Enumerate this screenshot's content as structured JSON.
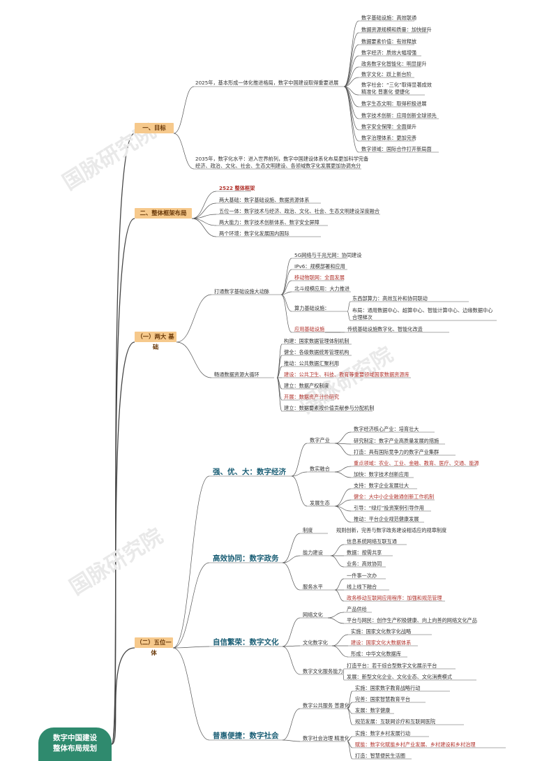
{
  "root": "数字中国建设\n整体布局规划",
  "watermark": "国脉研究院",
  "colors": {
    "accent_box": "#f6c98c",
    "root": "#2f8a6e",
    "heading": "#1a5e75",
    "highlight_red": "#b0302a"
  },
  "s1": {
    "title": "一、目标",
    "goal2025": "2025年，基本形成一体化推进格局，数字中国建设取得重要进展",
    "items": [
      "数字基础设施：高效联通",
      "数据资源规模和质量：加快提升",
      "数据要素价值：有效释放",
      "数字经济：质效大幅增强",
      "政务数字化智能化：明显提升",
      "数字文化：跃上新台阶",
      "数字社会：“三化”取得显著成效",
      "数字生态文明：取得积极进展",
      "数字技术创新：应用创新全球领先",
      "数字安全保障：全面提升",
      "数字治理体系：更加完善",
      "数字领域：国际合作打开新局面"
    ],
    "item7_line2": "精准化 普惠化 便捷化",
    "goal2035_l1": "2035年，数字化水平：进入世界前列，数字中国建设体系化布局更加科学完备",
    "goal2035_l2": "经济、政治、文化、社会、生态文明建设、各领域数字化发展更加协调充分"
  },
  "s2": {
    "title": "二、整体框架布局",
    "items": [
      "2522 整体框架",
      "两大基础：数字基础设施、数据资源体系",
      "五位一体：数字技术与经济、政治、文化、社会、生态文明建设深度融合",
      "两大能力：数字技术创新体系、数字安全屏障",
      "两个环境：数字化发展国内国际"
    ]
  },
  "s3": {
    "title": "（一）两大 基础",
    "a_label": "打通数字基础设施大动脉",
    "a_items": [
      "5G网络与千兆光网：协同建设",
      "IPv6：规模部署和应用",
      "移动物联网：全面发展",
      "北斗规模应用：大力推进",
      "算力基础设施：",
      "应用基础设施"
    ],
    "compute1": "东西部算力：高效互补和协同联动",
    "compute2_l1": "布局：通用数据中心、超算中心、智能计算中心、边缘数据中心",
    "compute2_l2": "合理梯次",
    "app_infra": "传统基础设施数字化、智能化改造",
    "b_label": "畅通数据资源大循环",
    "b_items": [
      "构建：国家数据管理体制机制",
      "健全：各级数据统筹管理机构",
      "推动：公共数据汇聚利用",
      "建设：公共卫生、科技、教育等重要领域国家数据资源库",
      "建立：数据产权制度",
      "开展：数据资产计价研究",
      "建立：数据要素按价值贡献参与分配机制"
    ]
  },
  "s4": {
    "title": "（二）五位一体",
    "econ": {
      "title": "强、优、大：数字经济",
      "g1": "数字产业",
      "g1_items": [
        "数字经济核心产业：培育壮大",
        "研究制定：数字产业高质量发展的措施",
        "打造：具有国际竞争力的数字产业集群"
      ],
      "g2": "数实融合",
      "g2_items": [
        "重点领域：农业、工业、金融、教育、医疗、交通、能源",
        "加快：数字技术创新应用"
      ],
      "g3": "发展生态",
      "g3_items": [
        "支持：数字企业发展壮大",
        "健全：大中小企业融通创新工作机制",
        "引导：“绿灯”投资案例引导作用",
        "推动：平台企业规范健康发展"
      ]
    },
    "gov": {
      "title": "高效协同：数字政务",
      "g1": "制度",
      "g1_item": "规则创新，完善与数字政务建设相适应的规章制度",
      "g2": "能力建设",
      "g2_items": [
        "信息系统网络互联互通",
        "数据：按需共享",
        "业务：高效协同"
      ],
      "g3": "服务水平",
      "g3_items": [
        "一件事一次办",
        "线上线下融合",
        "政务移动互联网应用程序：加强和规范管理"
      ]
    },
    "cult": {
      "title": "自信繁荣：数字文化",
      "g1": "网络文化",
      "g1_items": [
        "产品供给",
        "平台与网民：创作生产积极健康、向上向善的网络文化产品"
      ],
      "g2": "文化数字化",
      "g2_items": [
        "实施：国家文化数字化战略",
        "建设：国家文化大数据体系",
        "形成：中华文化数据库"
      ],
      "g3": "数字文化服务能力",
      "g3_items": [
        "打造平台：若干综合型数字文化展示平台",
        "发展：新型文化企业、文化业态、文化消费模式"
      ]
    },
    "soc": {
      "title": "普惠便捷：数字社会",
      "g1": "数字公共服务 普惠化",
      "g1_items": [
        "实施：国家数字教育战略行动",
        "完善：国家智慧教育平台",
        "发展：数字健康",
        "规范发展：互联网诊疗和互联网医院"
      ],
      "g2": "数字社会治理 精准化",
      "g2_items": [
        "实施：数字乡村发展行动",
        "赋能：数字化赋能乡村产业发展、乡村建设和乡村治理"
      ],
      "g3_items": [
        "打造：智慧便民生活圈"
      ]
    }
  }
}
